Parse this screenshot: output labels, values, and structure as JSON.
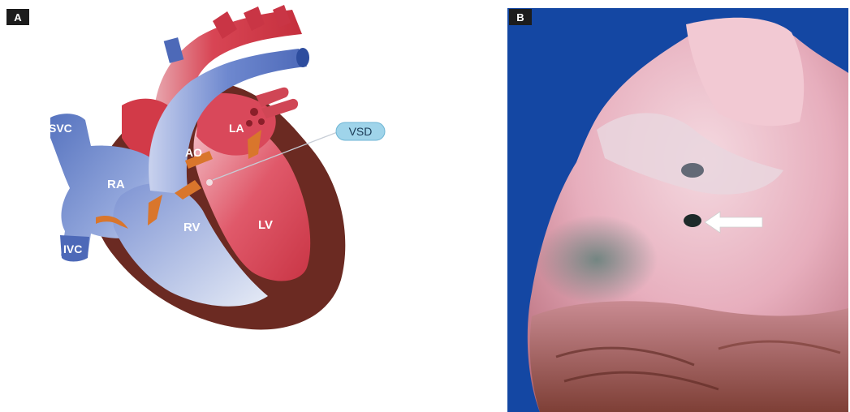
{
  "panels": {
    "a": {
      "tag": "A"
    },
    "b": {
      "tag": "B"
    }
  },
  "labels": {
    "svc": "SVC",
    "ivc": "IVC",
    "ra": "RA",
    "rv": "RV",
    "la": "LA",
    "lv": "LV",
    "ao": "AO",
    "vsd": "VSD"
  },
  "colors": {
    "myocardium": "#6b2a22",
    "left_heart": "#d64550",
    "right_heart": "#6f8bd0",
    "valve": "#d9762c",
    "vsd_tag": "#9fd4ea",
    "photo_background": "#1447a3"
  },
  "icons": {
    "arrow": "white-arrow-icon"
  }
}
